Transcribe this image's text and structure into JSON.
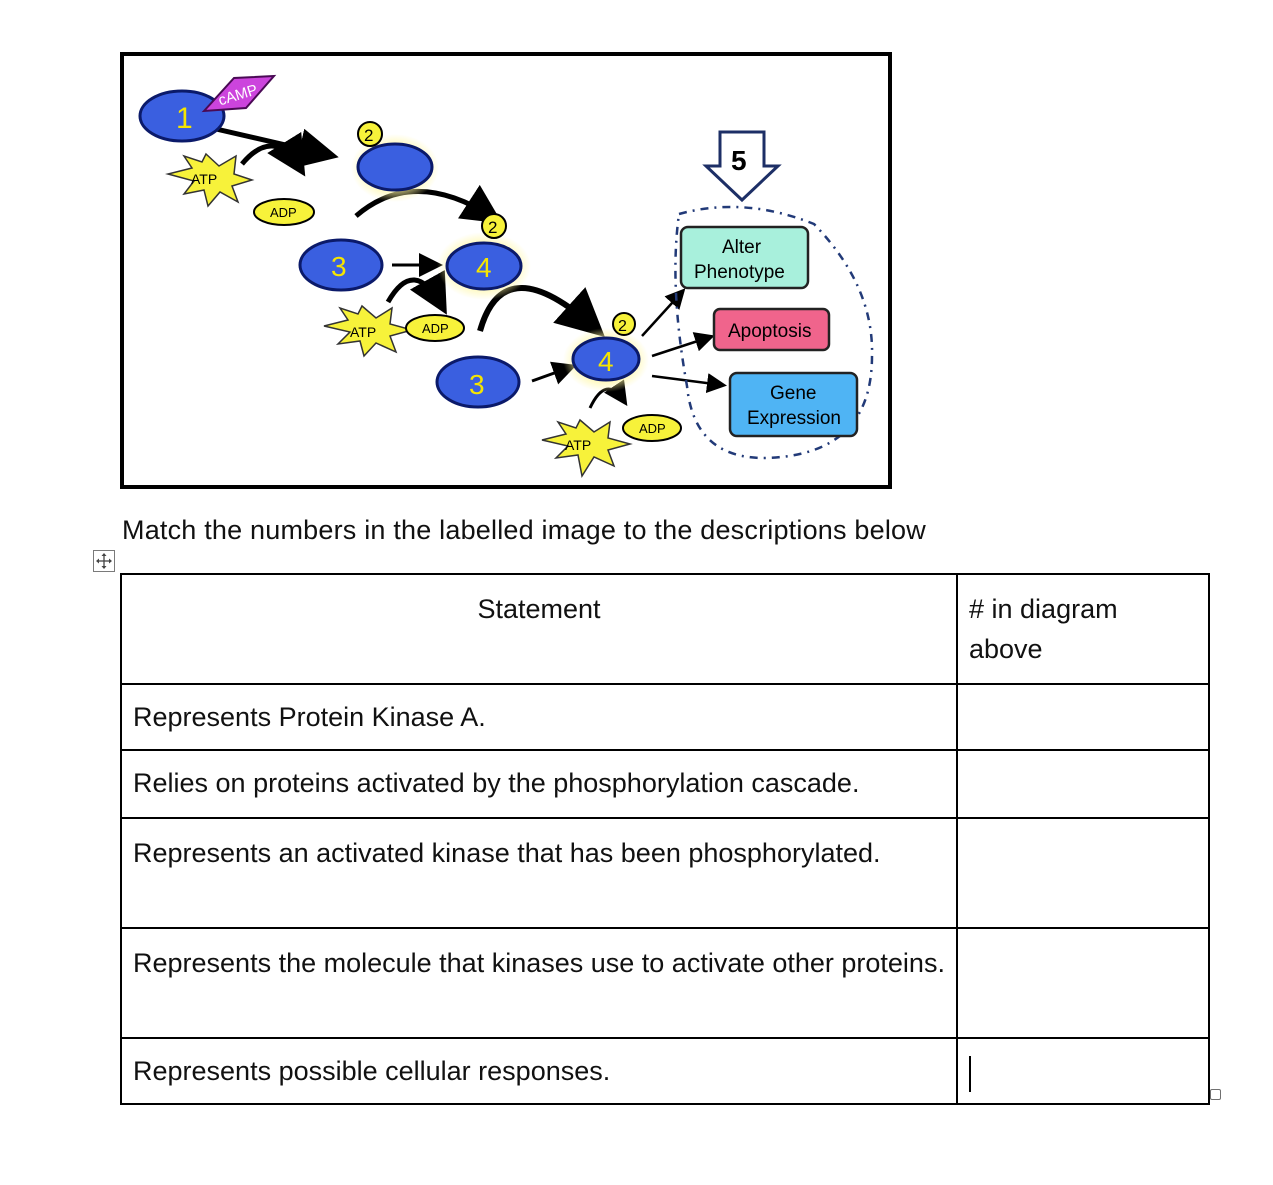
{
  "diagram": {
    "labels": {
      "n1": "1",
      "n2": "2",
      "n3": "3",
      "n4": "4",
      "n5": "5",
      "camp": "cAMP",
      "atp": "ATP",
      "adp": "ADP"
    },
    "responses": {
      "alter_phenotype_line1": "Alter",
      "alter_phenotype_line2": "Phenotype",
      "apoptosis": "Apoptosis",
      "gene_expression_line1": "Gene",
      "gene_expression_line2": "Expression"
    },
    "colors": {
      "protein_blue": "#3a5fe0",
      "camp_purple": "#cc44dd",
      "atp_yellow": "#f7f23a",
      "alter_phenotype": "#a8f0dc",
      "apoptosis": "#f0648c",
      "gene_expression": "#4fb4f4"
    }
  },
  "instruction": "Match the numbers in the labelled image to the descriptions below",
  "table": {
    "headers": {
      "statement": "Statement",
      "number": "# in diagram above"
    },
    "rows": [
      {
        "statement": "Represents Protein Kinase A.",
        "answer": ""
      },
      {
        "statement": "Relies on proteins activated by the phosphorylation cascade.",
        "answer": ""
      },
      {
        "statement": "Represents an activated kinase that has been phosphorylated.",
        "answer": ""
      },
      {
        "statement": "Represents the molecule that kinases use to activate other proteins.",
        "answer": ""
      },
      {
        "statement": "Represents possible cellular responses.",
        "answer": ""
      }
    ]
  }
}
